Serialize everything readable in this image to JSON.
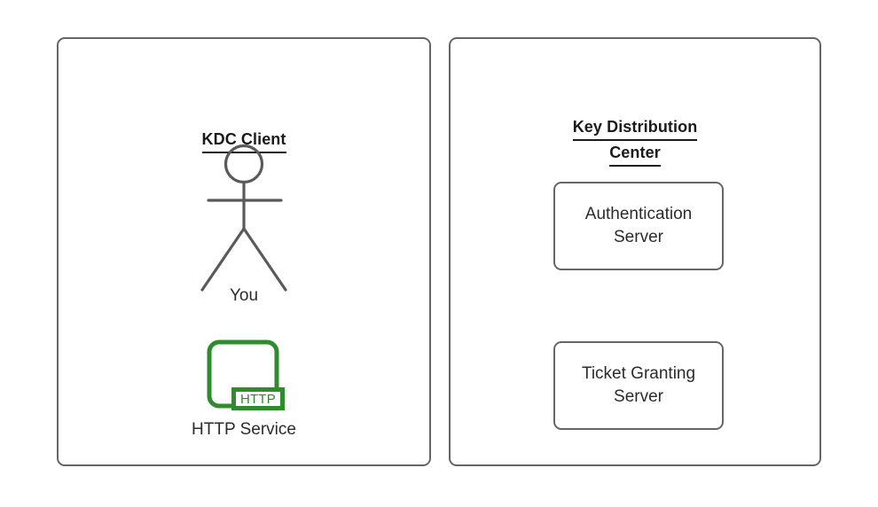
{
  "diagram": {
    "background_color": "#ffffff",
    "stroke_color": "#666666",
    "accent_green": "#2e8b2e",
    "text_color": "#2b2b2b"
  },
  "panels": {
    "client": {
      "title": "KDC Client",
      "actor": {
        "icon": "stick-figure-person-icon",
        "label": "You"
      },
      "service": {
        "icon": "http-service-icon",
        "badge": "HTTP",
        "label": "HTTP Service"
      }
    },
    "kdc": {
      "title_line1": "Key Distribution",
      "title_line2": "Center",
      "boxes": [
        {
          "line1": "Authentication",
          "line2": "Server"
        },
        {
          "line1": "Ticket Granting",
          "line2": "Server"
        }
      ]
    }
  }
}
